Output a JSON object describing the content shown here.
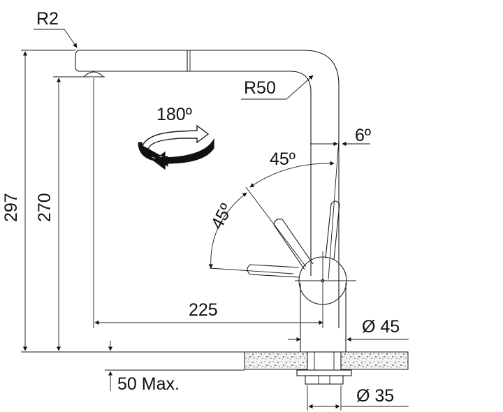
{
  "dimensions": {
    "r2": "R2",
    "r50": "R50",
    "rotation": "180º",
    "angle_6": "6º",
    "angle_45a": "45º",
    "angle_45b": "45º",
    "height_297": "297",
    "height_270": "270",
    "reach_225": "225",
    "dia_45": "Ø 45",
    "max_50": "50 Max.",
    "dia_35": "Ø 35"
  },
  "colors": {
    "stroke": "#1a1a1a",
    "countertop_fill": "#d9d9d9"
  }
}
